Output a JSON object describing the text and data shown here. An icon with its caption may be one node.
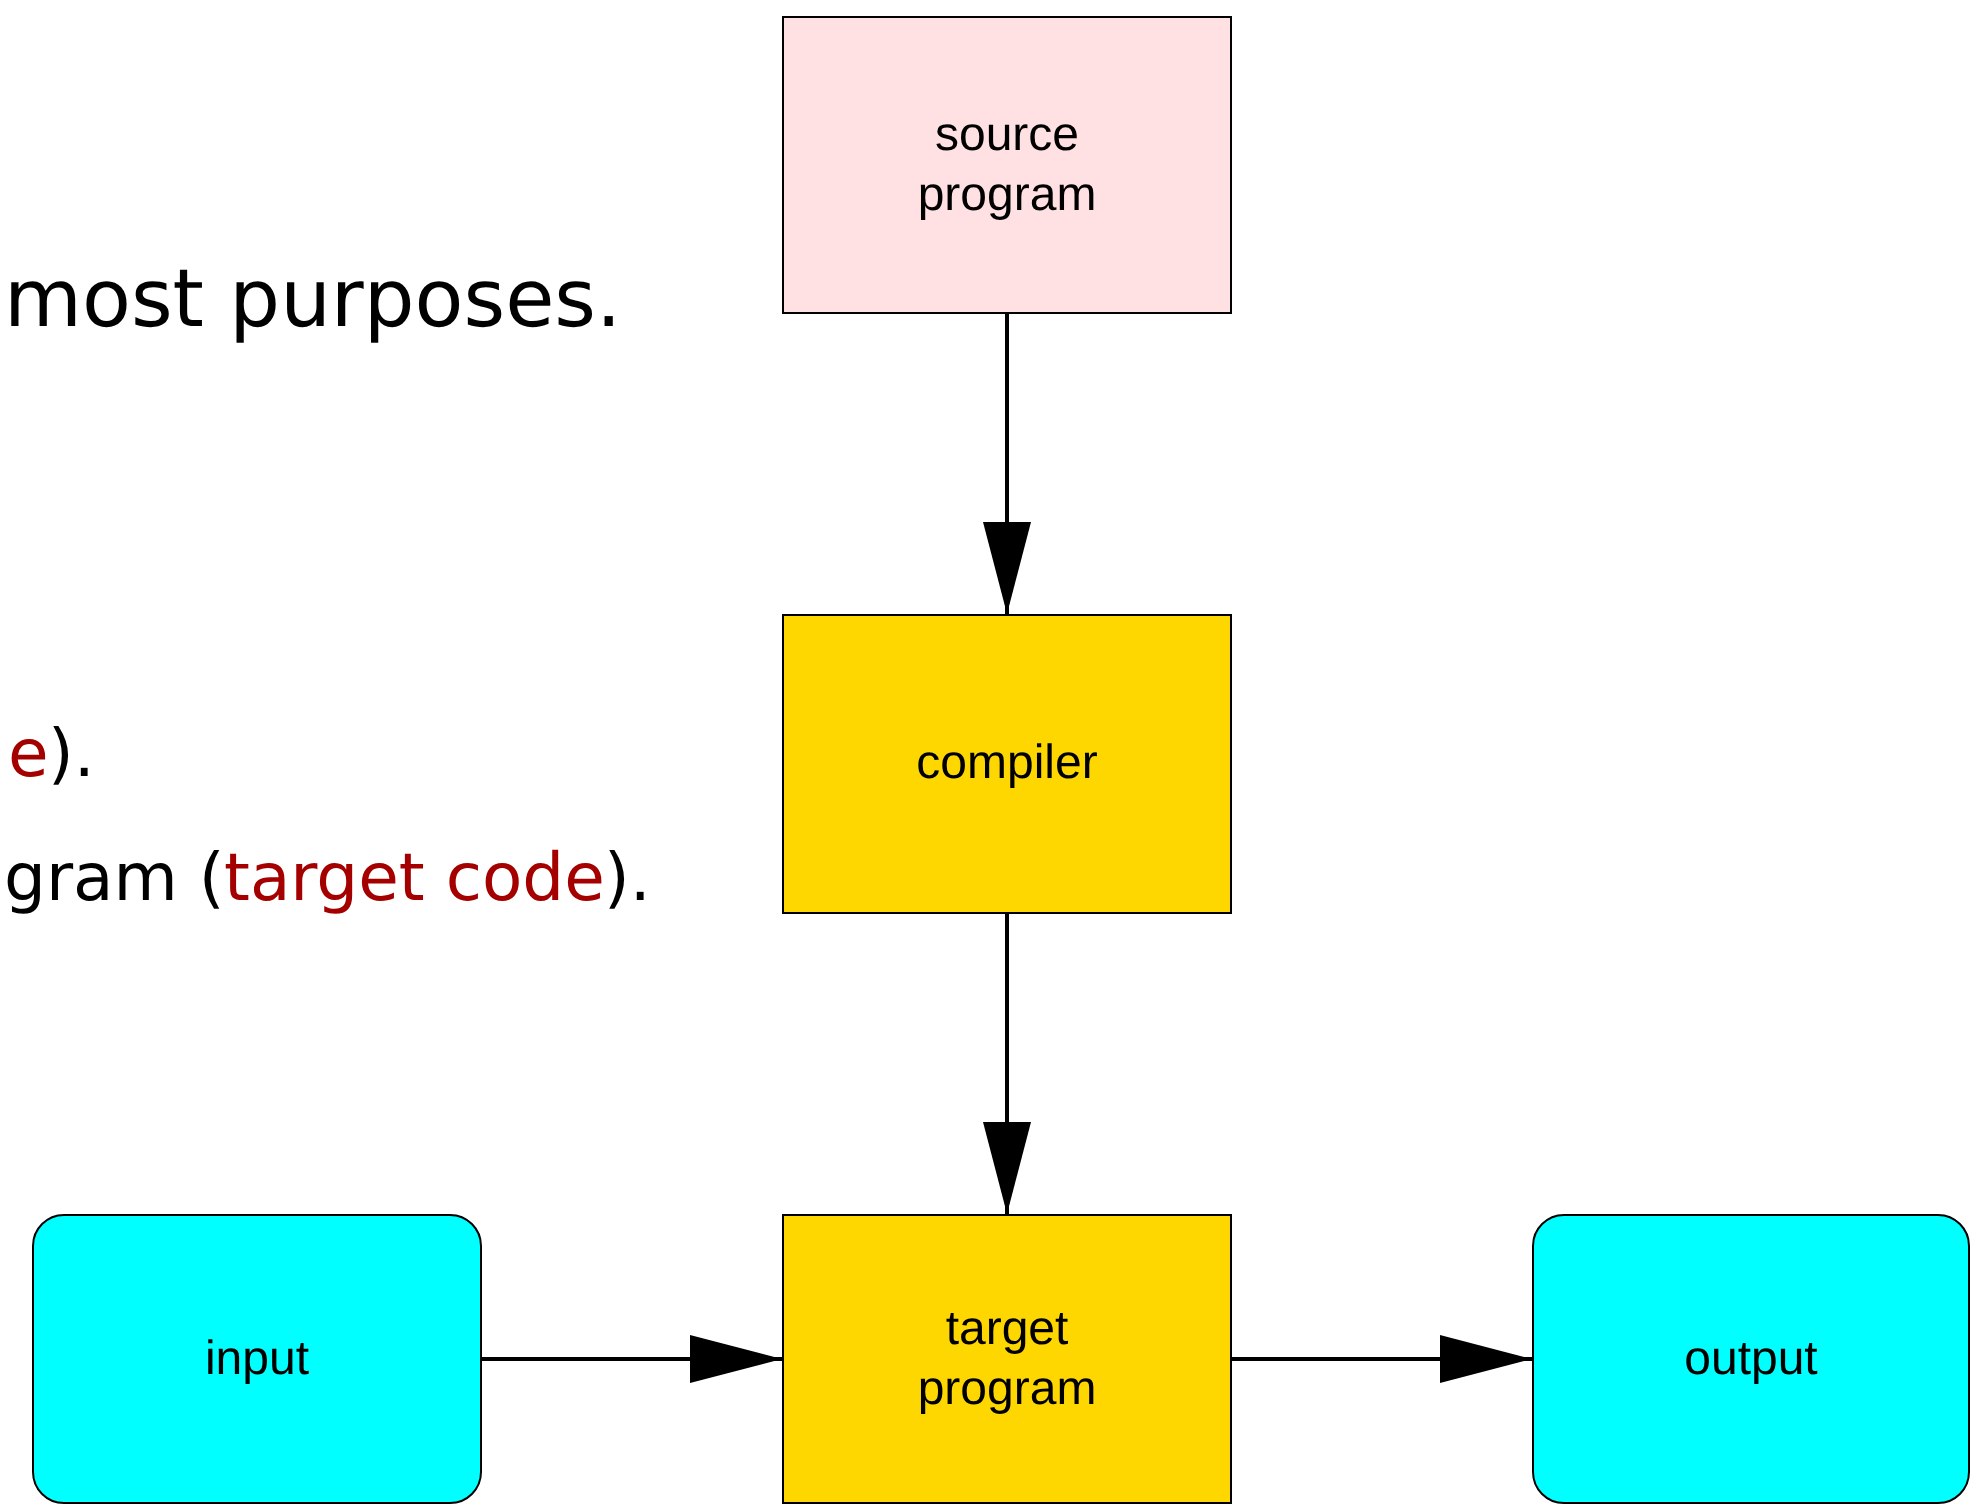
{
  "diagram": {
    "nodes": [
      {
        "text": [
          "source program"
        ]
      },
      {
        "text": [
          "compiler"
        ]
      },
      {
        "text": [
          "input"
        ]
      },
      {
        "text": [
          "target program"
        ]
      },
      {
        "text": [
          "output"
        ]
      }
    ],
    "edges": [
      {
        "from": 0,
        "to": 1,
        "arrow": "to"
      },
      {
        "from": 1,
        "to": 3,
        "arrow": "to"
      },
      {
        "from": 2,
        "to": 3,
        "arrow": "to"
      },
      {
        "from": 3,
        "to": 4,
        "arrow": "to"
      }
    ],
    "labels": [
      "most purposes.",
      "e",
      ").",
      "gram (",
      "target code",
      ")."
    ]
  }
}
